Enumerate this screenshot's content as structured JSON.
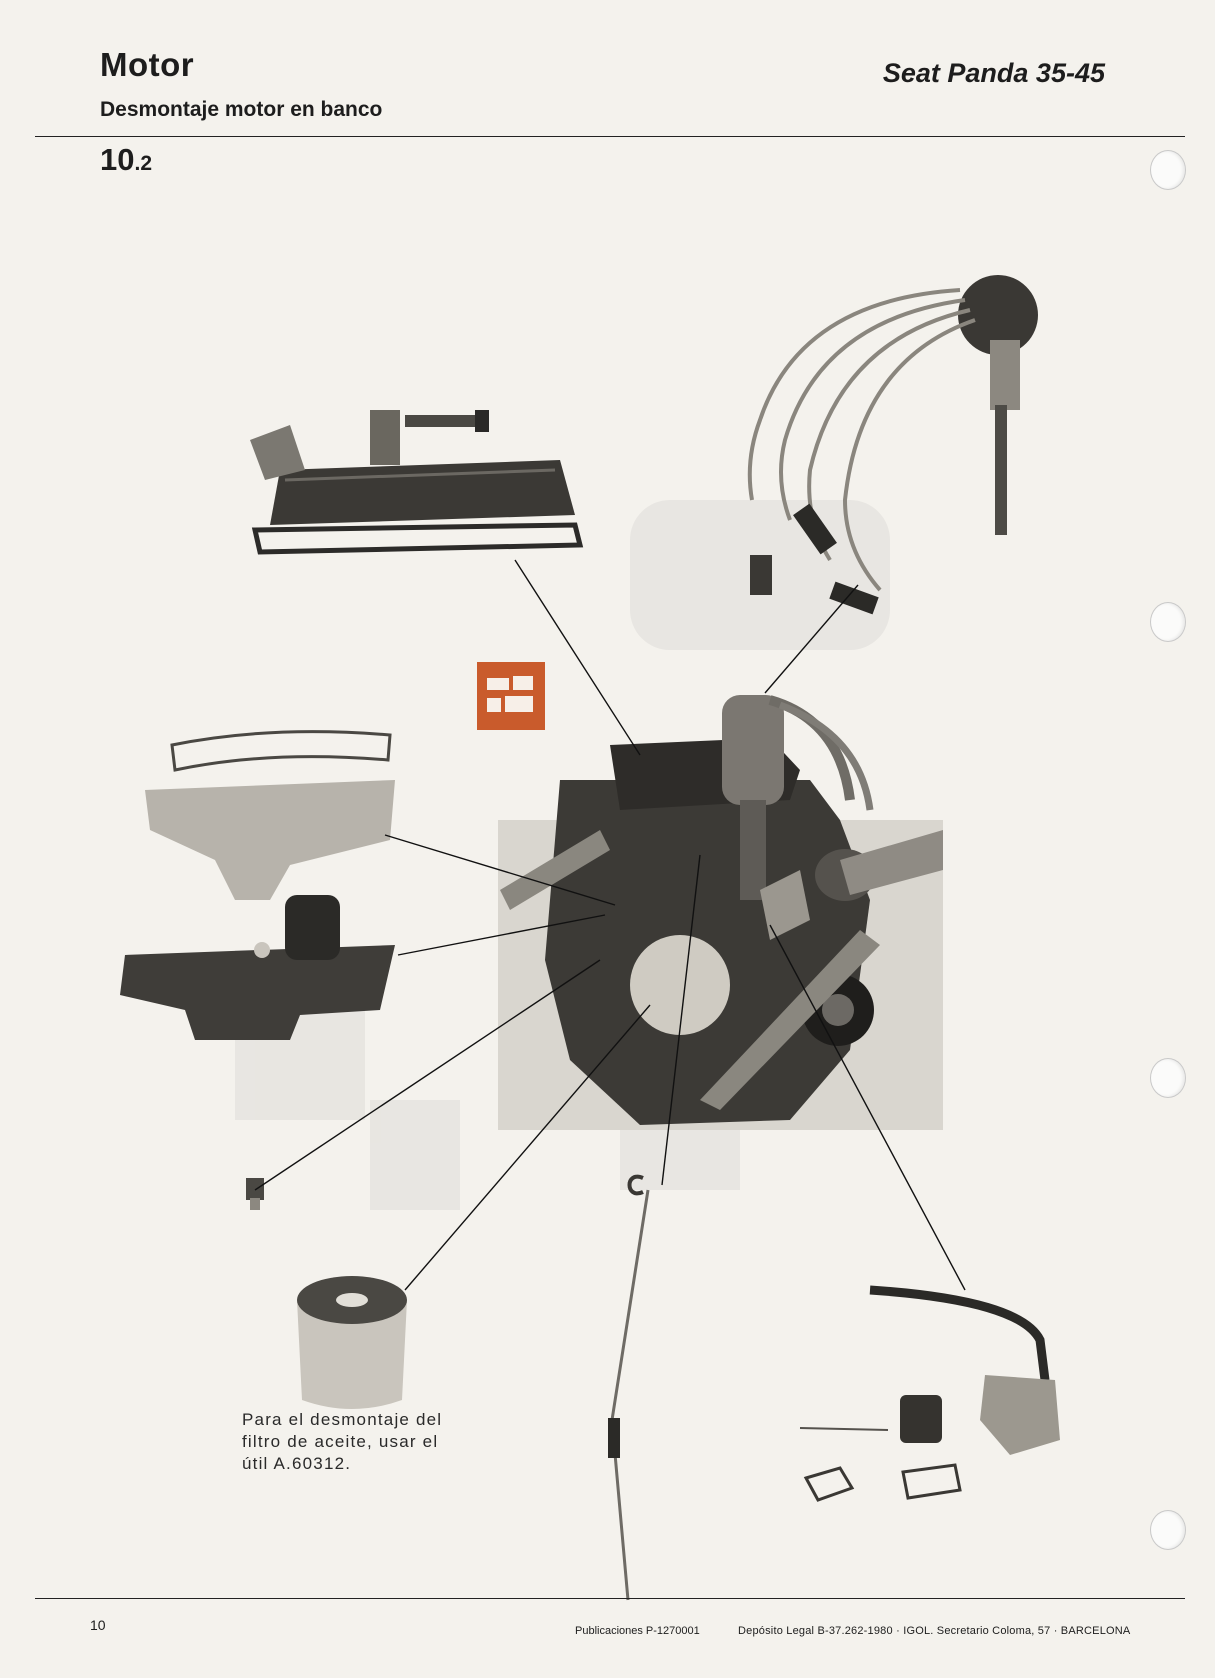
{
  "header": {
    "title": "Motor",
    "subtitle": "Desmontaje motor en banco",
    "brand": "Seat Panda 35-45",
    "section_major": "10",
    "section_minor": ".2"
  },
  "figure": {
    "caption": "Para el desmontaje del filtro de aceite, usar el útil A.60312.",
    "parts": [
      "rocker-cover",
      "distributor-and-ignition-leads",
      "exhaust-manifold",
      "oil-pressure-switch",
      "oil-filter",
      "dipstick",
      "fuel-pump",
      "engine-block"
    ]
  },
  "footer": {
    "page_number": "10",
    "publication": "Publicaciones P-1270001",
    "legal": "Depósito Legal B-37.262-1980 · IGOL. Secretario Coloma, 57 · BARCELONA"
  },
  "colors": {
    "paper": "#f4f2ed",
    "ink": "#1d1d1d",
    "marker": "#c95b2c"
  }
}
